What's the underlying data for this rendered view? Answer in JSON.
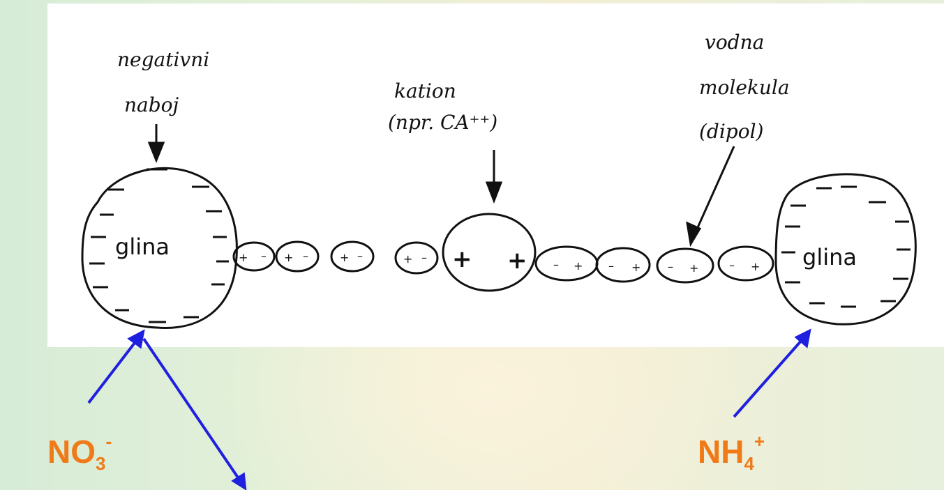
{
  "labels": {
    "negative_charge": [
      "negativni",
      "naboj"
    ],
    "cation": [
      "kation",
      "(npr. CA⁺⁺)"
    ],
    "water_molecule": [
      "vodna",
      "molekula",
      "(dipol)"
    ],
    "clay_left": "glina",
    "clay_right": "glina"
  },
  "ions": {
    "nitrate": {
      "base": "NO",
      "sub": "3",
      "sup": "-"
    },
    "ammonium": {
      "base": "NH",
      "sub": "4",
      "sup": "+"
    }
  },
  "colors": {
    "arrows": "#1f1fe0",
    "ion_text": "#f07a18",
    "sketch": "#111111"
  }
}
